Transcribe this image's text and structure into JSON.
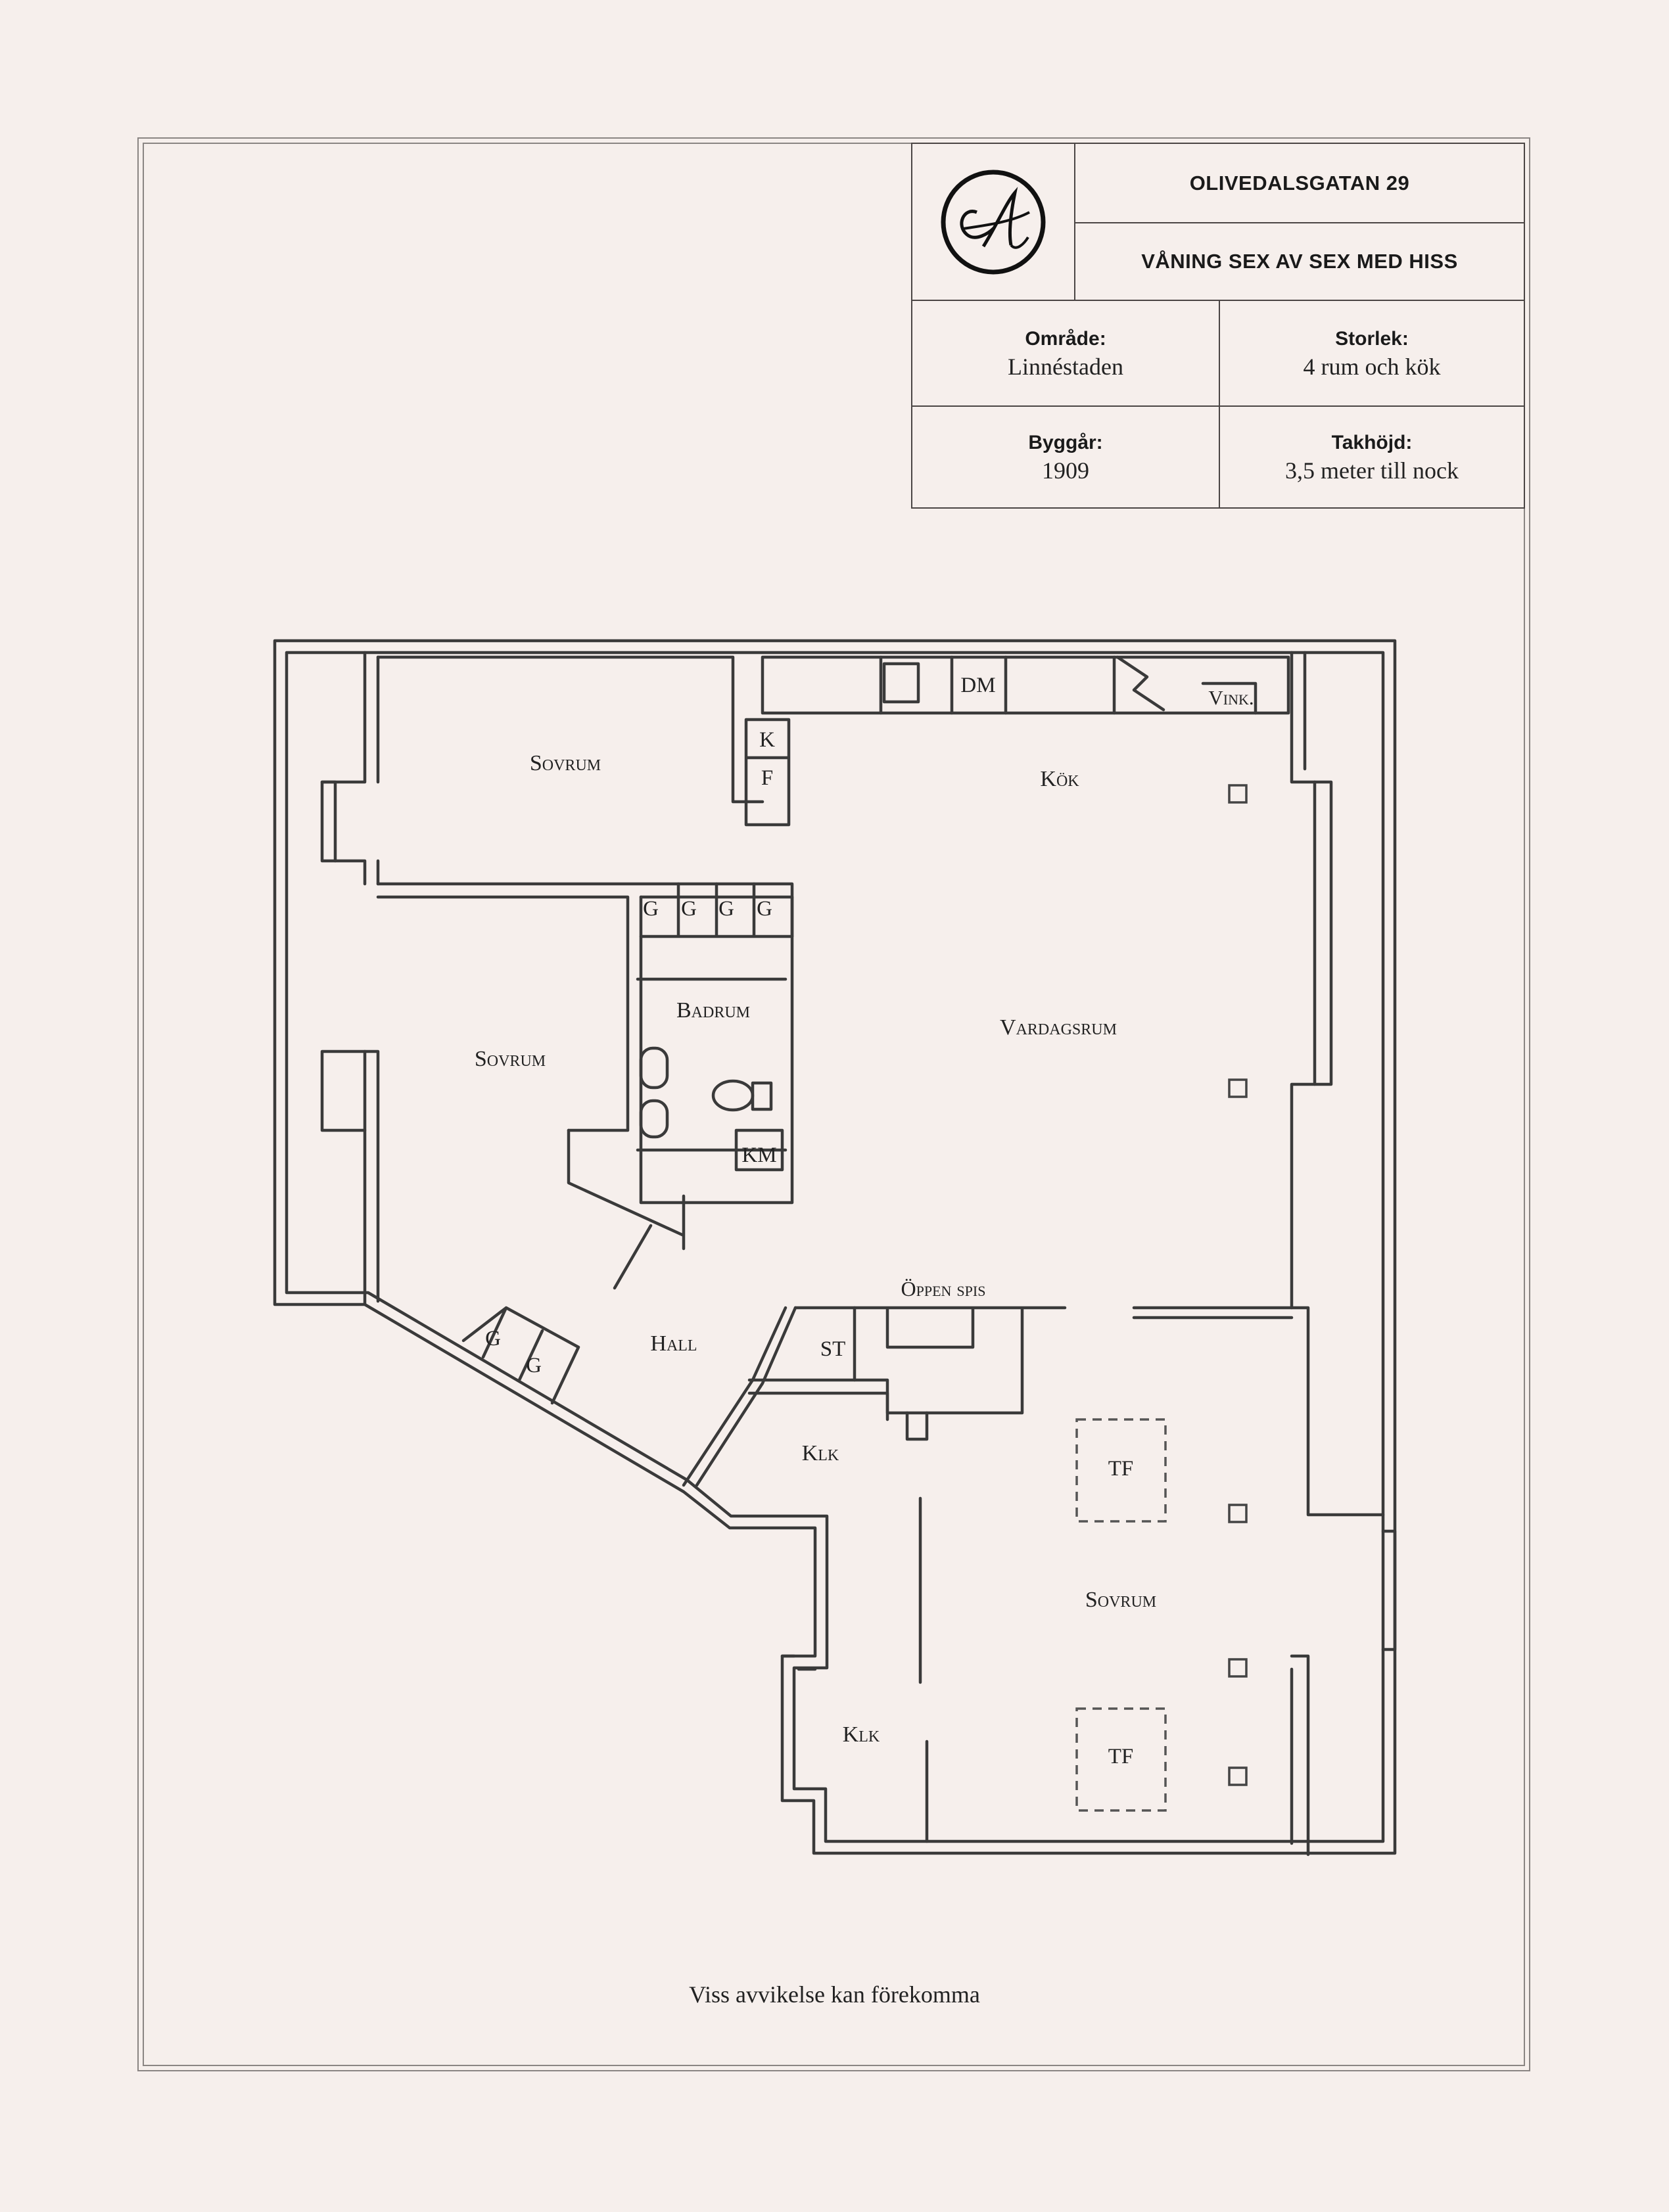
{
  "header": {
    "address": "OLIVEDALSGATAN 29",
    "floor": "VÅNING SEX AV SEX MED HISS",
    "area_label": "Område:",
    "area_value": "Linnéstaden",
    "size_label": "Storlek:",
    "size_value": "4 rum och kök",
    "year_label": "Byggår:",
    "year_value": "1909",
    "ceiling_label": "Takhöjd:",
    "ceiling_value": "3,5 meter till nock"
  },
  "logo": {
    "icon": "monogram-logo",
    "letters": "CA"
  },
  "rooms": {
    "sovrum_1": "Sovrum",
    "sovrum_2": "Sovrum",
    "sovrum_3": "Sovrum",
    "kok": "Kök",
    "vardagsrum": "Vardagsrum",
    "badrum": "Badrum",
    "hall": "Hall",
    "klk_1": "Klk",
    "klk_2": "Klk",
    "oppen_spis": "Öppen spis"
  },
  "fixtures": {
    "dm": "DM",
    "vink": "Vink.",
    "k": "K",
    "f": "F",
    "g1": "G",
    "g2": "G",
    "g3": "G",
    "g4": "G",
    "g5": "G",
    "g6": "G",
    "km": "KM",
    "st": "ST",
    "tf1": "TF",
    "tf2": "TF"
  },
  "footer": {
    "note": "Viss avvikelse kan förekomma"
  }
}
